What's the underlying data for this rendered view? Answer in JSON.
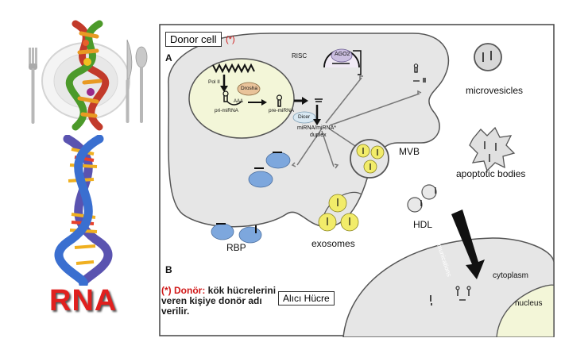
{
  "sidebar": {
    "rna_title": "RNA"
  },
  "diagram": {
    "donor_cell_label": "Donor cell",
    "donor_mark": "(*)",
    "panel_a": "A",
    "panel_b": "B",
    "risc": "RISC",
    "ago2": "AGO2",
    "pol2": "Pol II",
    "aaa": "AAA",
    "drosha": "Drosha",
    "pri_mirna": "pri-miRNA",
    "pre_mirna": "pre-miRNA",
    "dicer": "Dicer",
    "duplex_line1": "miRNA/miRNA*",
    "duplex_line2": "duplex",
    "mvb": "MVB",
    "microvesicles": "microvesicles",
    "apoptotic_bodies": "apoptotic bodies",
    "hdl": "HDL",
    "rbp": "RBP",
    "exosomes": "exosomes",
    "communications": "communications",
    "cytoplasm": "cytoplasm",
    "nucleus": "nucleus",
    "recipient_label": "Alıcı Hücre"
  },
  "note": {
    "mark": "(*) Donör:",
    "text": " kök hücrelerini veren kişiye donör adı verilir."
  },
  "colors": {
    "rna_red": "#e0201e",
    "cell_gray": "#e6e6e6",
    "nucleus_green": "#f3f6d8",
    "exosome_yellow": "#f2ec6a",
    "rbp_blue": "#7da7dd",
    "donor_mark_red": "#d01818"
  }
}
